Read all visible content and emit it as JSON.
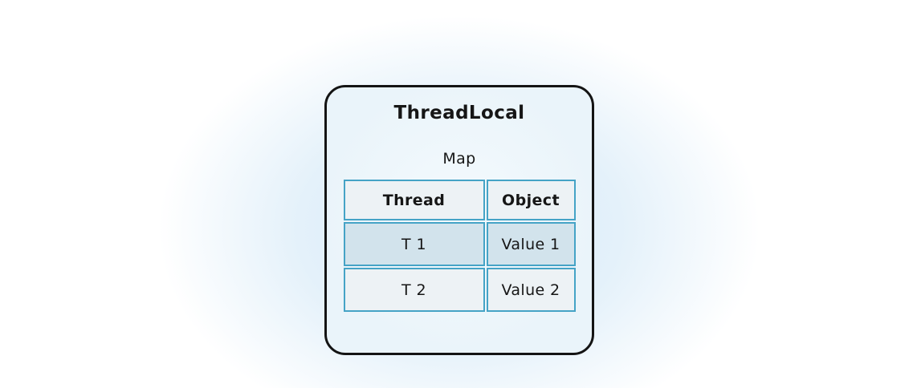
{
  "diagram": {
    "title": "ThreadLocal",
    "map_label": "Map",
    "table": {
      "headers": [
        "Thread",
        "Object"
      ],
      "rows": [
        [
          "T 1",
          "Value 1"
        ],
        [
          "T 2",
          "Value 2"
        ]
      ]
    },
    "colors": {
      "accent_teal": "#45a3c6",
      "header_fill": "#edf2f5",
      "row_highlight_fill": "#d2e3ec",
      "row_fill": "#edf2f5",
      "card_fill": "#eaf4fa",
      "glow": "#d7ebf9",
      "border_black": "#141414"
    }
  }
}
